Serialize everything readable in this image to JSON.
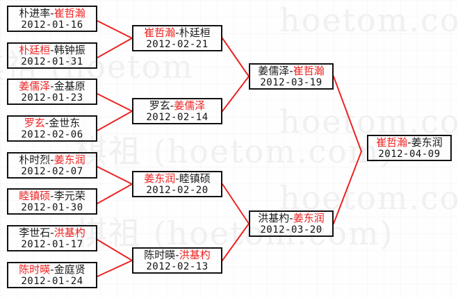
{
  "meta": {
    "watermark_text_1": "hoetom.com)",
    "watermark_text_2": "棋祖 (hoetom.com)",
    "watermark_text_3": "棋祖 (hoetom",
    "accent_color": "#ee2222",
    "box_border_color": "#111111",
    "text_color": "#1a1a1a"
  },
  "rounds": [
    {
      "name": "round-of-16",
      "matches": [
        {
          "left": "朴进率",
          "right": "崔哲瀚",
          "winner": "right",
          "date": "2012-01-16"
        },
        {
          "left": "朴廷桓",
          "right": "韩钟振",
          "winner": "left",
          "date": "2012-01-31"
        },
        {
          "left": "姜儒泽",
          "right": "金基原",
          "winner": "left",
          "date": "2012-01-23"
        },
        {
          "left": "罗玄",
          "right": "金世东",
          "winner": "left",
          "date": "2012-02-06"
        },
        {
          "left": "朴时烈",
          "right": "姜东润",
          "winner": "right",
          "date": "2012-02-07"
        },
        {
          "left": "睦镇硕",
          "right": "李元荣",
          "winner": "left",
          "date": "2012-01-30"
        },
        {
          "left": "李世石",
          "right": "洪基杓",
          "winner": "right",
          "date": "2012-01-17"
        },
        {
          "left": "陈时暎",
          "right": "金庭贤",
          "winner": "left",
          "date": "2012-01-24"
        }
      ]
    },
    {
      "name": "quarter-finals",
      "matches": [
        {
          "left": "崔哲瀚",
          "right": "朴廷桓",
          "winner": "left",
          "date": "2012-02-21"
        },
        {
          "left": "罗玄",
          "right": "姜儒泽",
          "winner": "right",
          "date": "2012-02-14"
        },
        {
          "left": "姜东润",
          "right": "睦镇硕",
          "winner": "left",
          "date": "2012-02-20"
        },
        {
          "left": "陈时暎",
          "right": "洪基杓",
          "winner": "right",
          "date": "2012-02-13"
        }
      ]
    },
    {
      "name": "semi-finals",
      "matches": [
        {
          "left": "姜儒泽",
          "right": "崔哲瀚",
          "winner": "right",
          "date": "2012-03-19"
        },
        {
          "left": "洪基杓",
          "right": "姜东润",
          "winner": "right",
          "date": "2012-03-20"
        }
      ]
    },
    {
      "name": "final",
      "matches": [
        {
          "left": "崔哲瀚",
          "right": "姜东润",
          "winner": "left",
          "date": "2012-04-09"
        }
      ]
    }
  ]
}
